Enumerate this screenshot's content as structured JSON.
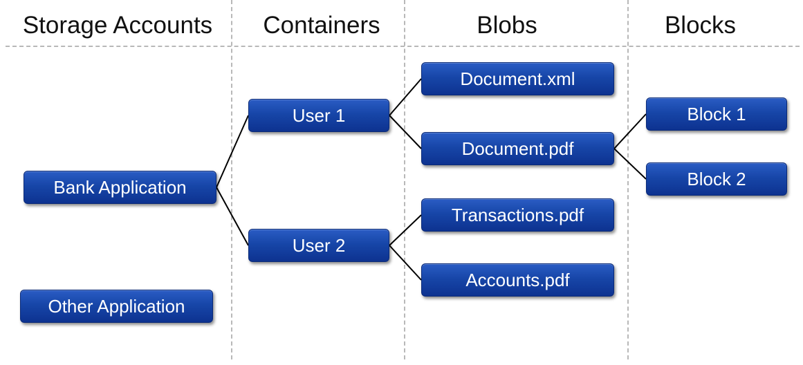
{
  "columns": {
    "storage_accounts": "Storage Accounts",
    "containers": "Containers",
    "blobs": "Blobs",
    "blocks": "Blocks"
  },
  "storage_accounts": {
    "bank": "Bank Application",
    "other": "Other Application"
  },
  "containers": {
    "user1": "User 1",
    "user2": "User 2"
  },
  "blobs": {
    "document_xml": "Document.xml",
    "document_pdf": "Document.pdf",
    "transactions_pdf": "Transactions.pdf",
    "accounts_pdf": "Accounts.pdf"
  },
  "blocks": {
    "block1": "Block 1",
    "block2": "Block 2"
  },
  "colors": {
    "node_fill": "#1746a8",
    "node_text": "#ffffff",
    "divider": "#b8b8b8",
    "connector": "#000000"
  }
}
